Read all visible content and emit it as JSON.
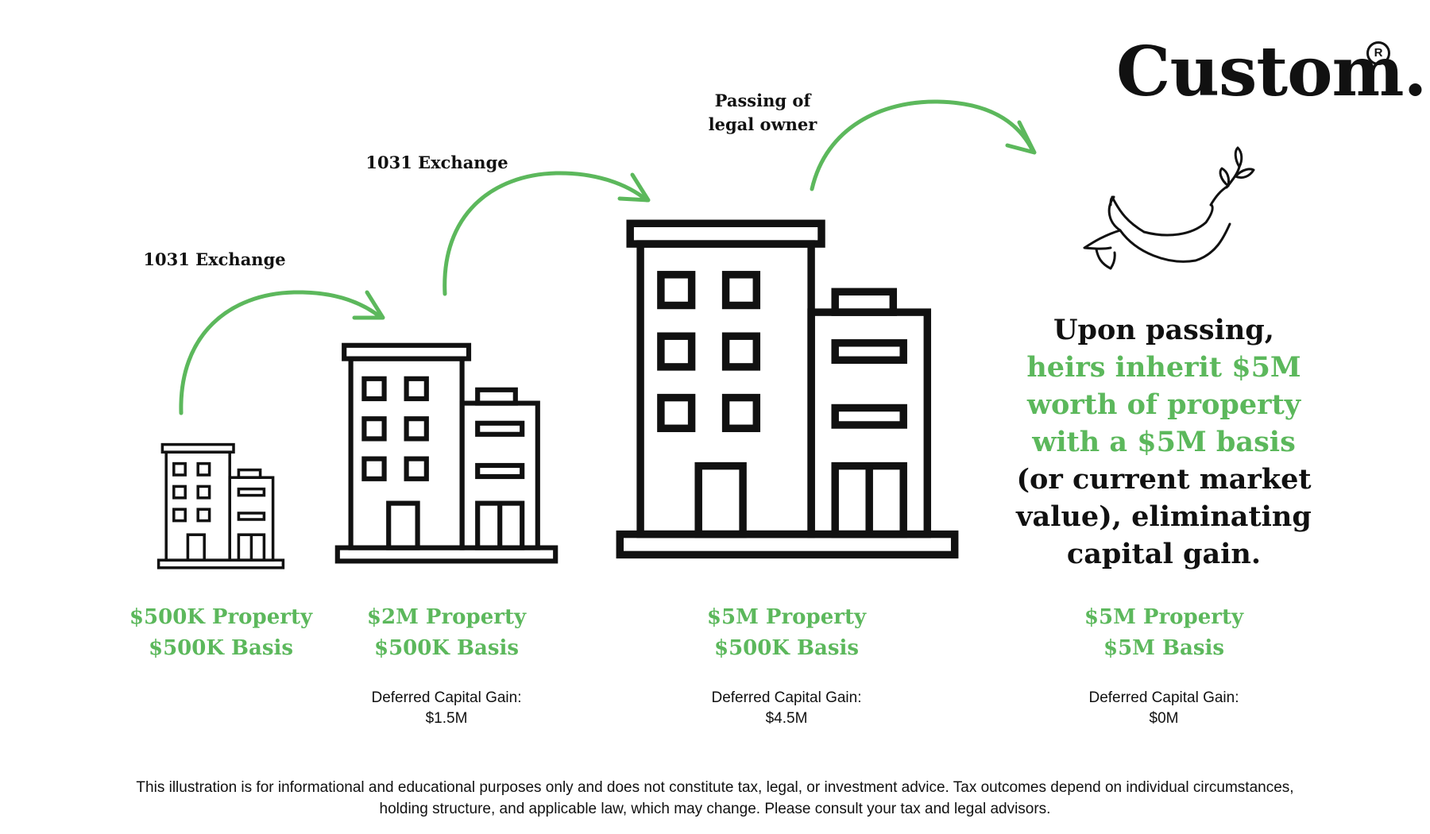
{
  "brand": {
    "name": "Custom.",
    "registered_mark": "R"
  },
  "arrows": [
    {
      "label": "1031 Exchange"
    },
    {
      "label": "1031 Exchange"
    },
    {
      "label_line1": "Passing of",
      "label_line2": "legal owner"
    }
  ],
  "stages": [
    {
      "property": "$500K Property",
      "basis": "$500K Basis",
      "gain_label": "",
      "gain_value": ""
    },
    {
      "property": "$2M Property",
      "basis": "$500K Basis",
      "gain_label": "Deferred Capital Gain:",
      "gain_value": "$1.5M"
    },
    {
      "property": "$5M Property",
      "basis": "$500K Basis",
      "gain_label": "Deferred Capital Gain:",
      "gain_value": "$4.5M"
    },
    {
      "property": "$5M Property",
      "basis": "$5M Basis",
      "gain_label": "Deferred Capital Gain:",
      "gain_value": "$0M"
    }
  ],
  "headline": {
    "line1": "Upon passing,",
    "highlight1": "heirs inherit $5M",
    "highlight2": "worth of property",
    "highlight3": "with a $5M basis",
    "line5": "(or current market",
    "line6": "value), eliminating",
    "line7": "capital gain."
  },
  "disclaimer": {
    "line1": "This illustration is for informational and educational purposes only and does not constitute tax, legal, or investment advice. Tax outcomes depend on individual circumstances,",
    "line2": "holding structure, and applicable law, which may change. Please consult your tax and legal advisors."
  },
  "colors": {
    "accent_green": "#5cb85c",
    "ink": "#111111"
  },
  "icons": [
    "building-icon",
    "dove-icon",
    "curved-arrow-icon"
  ]
}
